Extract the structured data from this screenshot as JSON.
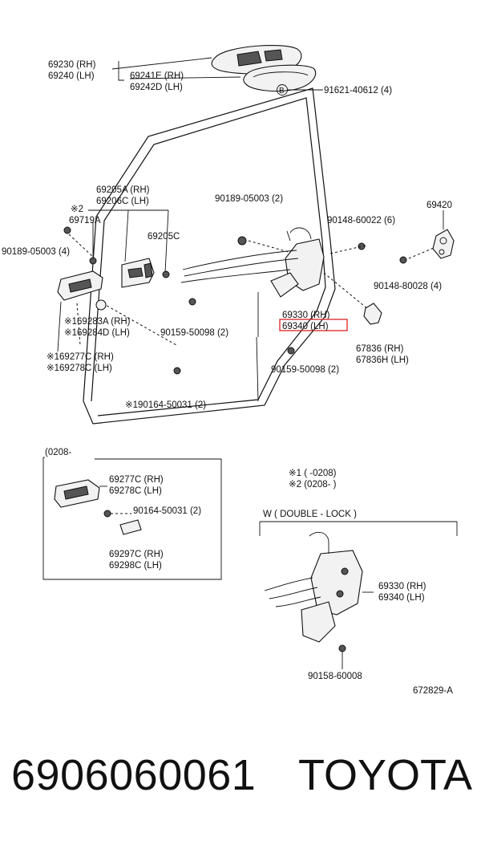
{
  "diagram": {
    "labels": {
      "l_69230": "69230 (RH)",
      "l_69240": "69240 (LH)",
      "l_69241e": "69241E (RH)",
      "l_69242d": "69242D (LH)",
      "l_b": "B",
      "l_91621": "91621-40612 (4)",
      "l_69205a": "69205A (RH)",
      "l_69206c": "69206C (LH)",
      "l_x2": "※2",
      "l_69719a": "69719A",
      "l_90189_left": "90189-05003 (4)",
      "l_69205c": "69205C",
      "l_90189_top": "90189-05003 (2)",
      "l_90148_6": "90148-60022 (6)",
      "l_69420": "69420",
      "l_90148_4": "90148-80028 (4)",
      "l_69330_upper": "69330 (RH)",
      "l_69340_upper": "69340 (LH)",
      "l_169283a": "※169283A (RH)",
      "l_169284d": "※169284D (LH)",
      "l_90159_mid": "90159-50098 (2)",
      "l_67836": "67836   (RH)",
      "l_67836h": "67836H (LH)",
      "l_169277c": "※169277C (RH)",
      "l_169278c": "※169278C (LH)",
      "l_90159_low": "90159-50098 (2)",
      "l_190164": "※190164-50031 (2)",
      "l_box_date": "(0208-",
      "l_69277c": "69277C (RH)",
      "l_69278c": "69278C (LH)",
      "l_90164": "90164-50031 (2)",
      "l_69297c": "69297C (RH)",
      "l_69298c": "69298C (LH)",
      "l_note1": "※1  (        -0208)",
      "l_note2": "※2  (0208-          )",
      "l_wdl": "W ( DOUBLE - LOCK )",
      "l_69330_w": "69330 (RH)",
      "l_69340_w": "69340 (LH)",
      "l_90158": "90158-60008",
      "l_ref": "672829-A"
    }
  },
  "footer": {
    "part_number": "6906060061",
    "brand": "TOYOTA"
  }
}
